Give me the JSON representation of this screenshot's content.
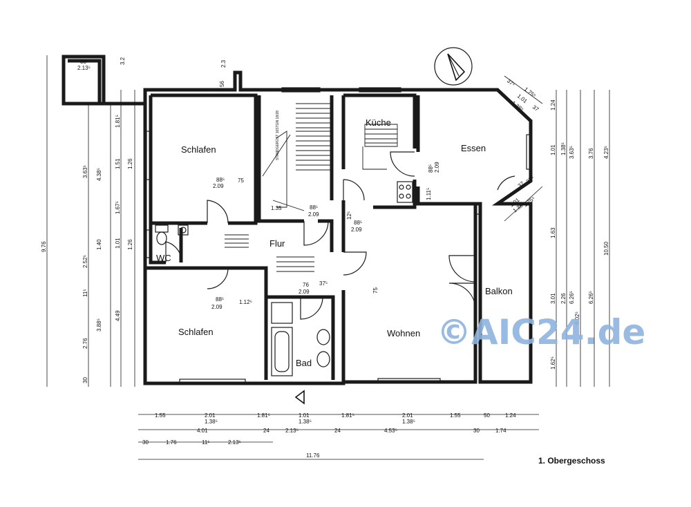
{
  "rooms": {
    "schlafen_top": "Schlafen",
    "schlafen_bottom": "Schlafen",
    "kueche": "Küche",
    "essen": "Essen",
    "flur": "Flur",
    "wc": "WC",
    "bad": "Bad",
    "wohnen": "Wohnen",
    "balkon": "Balkon"
  },
  "watermark": "©AIC24.de",
  "floor_label": "1. Obergeschoss",
  "dimensions": {
    "bottom_row1": [
      "1.55",
      "2.01",
      "1.81⁵",
      "1.01",
      "1.81⁵",
      "2.01",
      "1.55",
      "50",
      "1.24"
    ],
    "bottom_row1b": [
      "1.38⁵",
      "1.38⁵",
      "1.38⁵"
    ],
    "bottom_row2": [
      "4.01",
      "24",
      "2.13⁵",
      "24",
      "4.53⁵",
      "30",
      "1.74"
    ],
    "bottom_row3": [
      "30",
      "1.76",
      "11⁵",
      "2.13⁵"
    ],
    "bottom_total": "11.76",
    "left_col1": [
      "3.63⁵",
      "2.52⁵",
      "11⁵",
      "2.76",
      "30"
    ],
    "left_col2": [
      "4.38⁵",
      "1.40",
      "3.88⁵"
    ],
    "left_col3": [
      "1.81⁵",
      "1.51",
      "1.67⁵",
      "1.01",
      "4.49"
    ],
    "left_col4": [
      "1.26",
      "1.26"
    ],
    "left_total": "9.76",
    "right_col1": [
      "1.24",
      "1.01",
      "1.63",
      "3.01",
      "1.62⁵"
    ],
    "right_col2": [
      "1.38⁵",
      "2.26"
    ],
    "right_col3": [
      "3.63⁵",
      "6.26⁵",
      "6.02⁵"
    ],
    "right_col4": [
      "3.76",
      "6.26⁵"
    ],
    "right_col5": [
      "4.23⁵",
      "10.50"
    ],
    "top_small": [
      "88⁵",
      "2.13⁵",
      "56",
      "2.3",
      "3.2"
    ],
    "bay_top": [
      "1.75⁵",
      "1.01",
      "1.38⁵",
      "37⁵",
      "37"
    ],
    "bay_bottom": [
      "1.01",
      "1.38⁵",
      "1.75⁵",
      "37",
      "37⁵"
    ],
    "door_labels": [
      "88⁵",
      "2.09",
      "75",
      "88⁵",
      "2.09",
      "1.12⁵",
      "88⁵",
      "2.09",
      "1.35",
      "12⁵",
      "76",
      "2.09",
      "37⁵",
      "88⁵",
      "2.09",
      "1.11⁵",
      "88⁵",
      "2.09",
      "75"
    ],
    "stair_note": "STANDGERÜST 16STGN 18/28"
  }
}
